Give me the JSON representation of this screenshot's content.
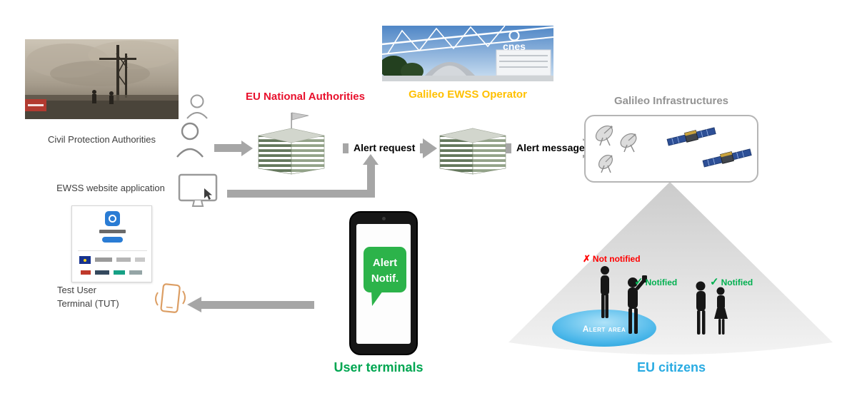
{
  "diagram": {
    "civil_protection": {
      "caption": "Civil Protection Authorities"
    },
    "cnes_photo": {
      "logo_text": "cnes"
    },
    "headings": {
      "eu_national_authorities": "EU National Authorities",
      "galileo_ewss_operator": "Galileo EWSS Operator",
      "galileo_infrastructures": "Galileo Infrastructures",
      "user_terminals": "User terminals",
      "eu_citizens": "EU citizens"
    },
    "side_labels": {
      "ewss_website_application": "EWSS website application",
      "test_user_terminal_line1": "Test User",
      "test_user_terminal_line2": "Terminal (TUT)"
    },
    "flows": {
      "alert_request": "Alert request",
      "alert_message": "Alert message"
    },
    "phone": {
      "alert_line1": "Alert",
      "alert_line2": "Notif."
    },
    "citizens": {
      "not_notified_mark": "✗",
      "not_notified_label": "Not notified",
      "notified_left_mark": "✓",
      "notified_left_label": "Notified",
      "notified_right_mark": "✓",
      "notified_right_label": "Notified",
      "alert_area_label": "Alert area"
    },
    "colors": {
      "eu_national_red": "#e8112d",
      "operator_orange": "#ffc000",
      "infrastructure_gray": "#949494",
      "terminals_green": "#00a651",
      "citizens_blue": "#29abe2",
      "arrow_gray": "#a6a6a6",
      "notified_green": "#00b050",
      "not_notified_red": "#ff0000",
      "alert_bubble_green": "#2cb34a",
      "alert_area_blue": "#1699d6"
    }
  }
}
